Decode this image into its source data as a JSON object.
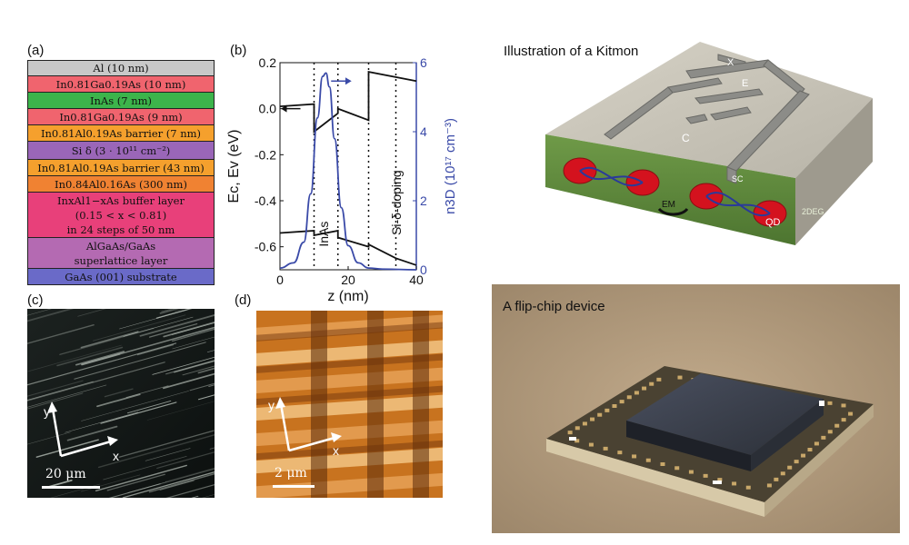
{
  "panel_labels": {
    "a": "(a)",
    "b": "(b)",
    "c": "(c)",
    "d": "(d)"
  },
  "layers": [
    {
      "label": "Al (10 nm)",
      "color": "#c8c8c8"
    },
    {
      "label": "In0.81Ga0.19As (10 nm)",
      "color": "#f0646e"
    },
    {
      "label": "InAs (7 nm)",
      "color": "#3cb44b"
    },
    {
      "label": "In0.81Ga0.19As (9 nm)",
      "color": "#f0646e"
    },
    {
      "label": "In0.81Al0.19As barrier (7 nm)",
      "color": "#f5a02d"
    },
    {
      "label": "Si δ (3 · 10¹¹ cm⁻²)",
      "color": "#9a66b8"
    },
    {
      "label": "In0.81Al0.19As barrier (43 nm)",
      "color": "#f5a02d"
    },
    {
      "label": "In0.84Al0.16As (300 nm)",
      "color": "#f08232"
    },
    {
      "label": "InxAl1−xAs buffer layer\n(0.15 < x < 0.81)\nin 24 steps of 50 nm",
      "color": "#e8407a"
    },
    {
      "label": "AlGaAs/GaAs\nsuperlattice layer",
      "color": "#b46ab2"
    },
    {
      "label": "GaAs (001) substrate",
      "color": "#6a6ac8"
    }
  ],
  "kitmon": {
    "title": "Illustration of a Kitmon",
    "labels": [
      "X",
      "E",
      "C",
      "SC",
      "EM",
      "2DEG",
      "QD"
    ]
  },
  "flipchip": {
    "title": "A flip-chip device"
  },
  "micrograph_c": {
    "scale": "20 μm",
    "x_label": "x",
    "y_label": "y"
  },
  "afm_d": {
    "scale": "2 μm",
    "x_label": "x",
    "y_label": "y"
  },
  "chart_data": {
    "type": "line",
    "xlabel": "z (nm)",
    "ylabel_left": "Ec, Ev (eV)",
    "ylabel_right": "n3D (10¹⁷ cm⁻³)",
    "xlim": [
      0,
      40
    ],
    "ylim_left": [
      -0.7,
      0.2
    ],
    "ylim_right": [
      0,
      6
    ],
    "x_ticks": [
      0,
      20,
      40
    ],
    "y_ticks_left": [
      "0.2",
      "0.0",
      "-0.2",
      "-0.4",
      "-0.6"
    ],
    "y_ticks_right": [
      "0",
      "2",
      "4",
      "6"
    ],
    "annotations": [
      "InAs",
      "Si-δ-doping"
    ],
    "series": [
      {
        "color": "#111111",
        "x": [
          0,
          10,
          10,
          17,
          17,
          26,
          26,
          40
        ],
        "y": [
          0.01,
          0.02,
          -0.1,
          -0.02,
          0.0,
          -0.05,
          0.16,
          0.12
        ]
      },
      {
        "color": "#111111",
        "x": [
          0,
          10,
          10,
          17,
          17,
          26,
          26,
          34,
          40
        ],
        "y": [
          -0.54,
          -0.53,
          -0.55,
          -0.53,
          -0.56,
          -0.6,
          -0.59,
          -0.65,
          -0.68
        ]
      },
      {
        "color": "#3a4aa8",
        "axis": "right",
        "x": [
          0,
          4,
          7,
          9,
          11,
          12.5,
          13.5,
          14.5,
          16,
          18,
          20,
          23,
          26,
          30,
          40
        ],
        "y": [
          0.05,
          0.2,
          0.8,
          2.2,
          4.4,
          5.6,
          5.7,
          5.3,
          3.8,
          1.8,
          0.7,
          0.2,
          0.05,
          0.02,
          0.0
        ]
      }
    ],
    "dotted_lines_x": [
      10,
      17,
      26,
      34
    ]
  }
}
